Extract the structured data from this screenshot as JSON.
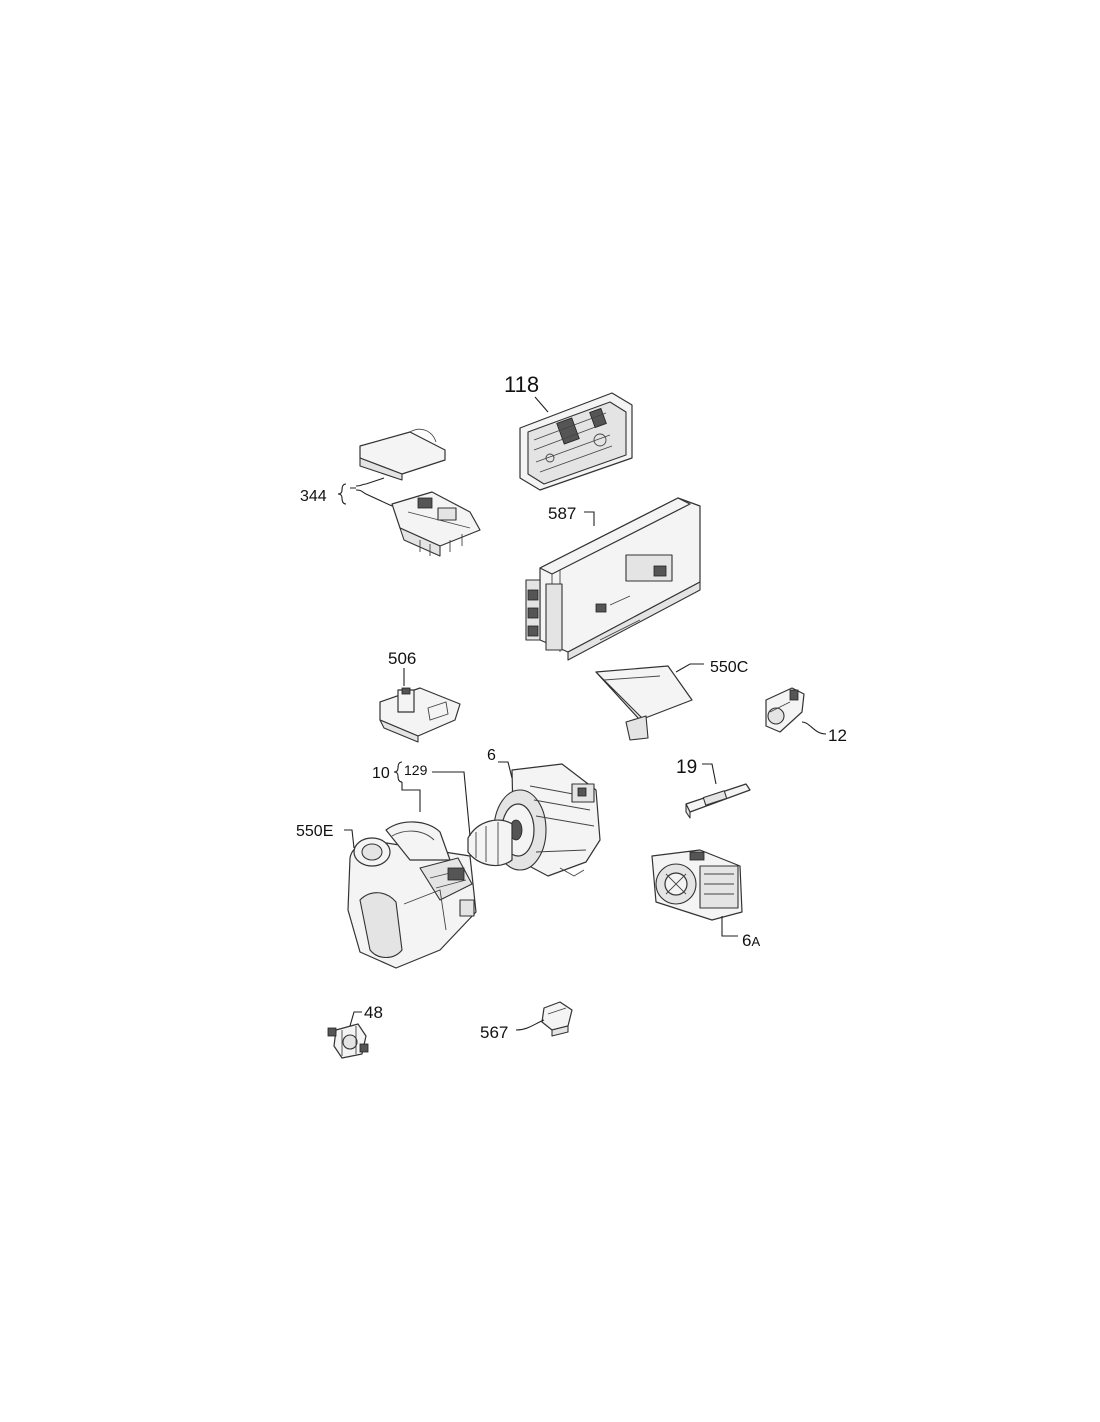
{
  "diagram": {
    "labels": {
      "p118": "118",
      "p344": "344",
      "p587": "587",
      "p506": "506",
      "p550c": "550C",
      "p12": "12",
      "p6": "6",
      "p10": "10",
      "p129": "129",
      "p19": "19",
      "p550e": "550E",
      "p6a_num": "6",
      "p6a_suffix": "A",
      "p48": "48",
      "p567": "567"
    }
  }
}
